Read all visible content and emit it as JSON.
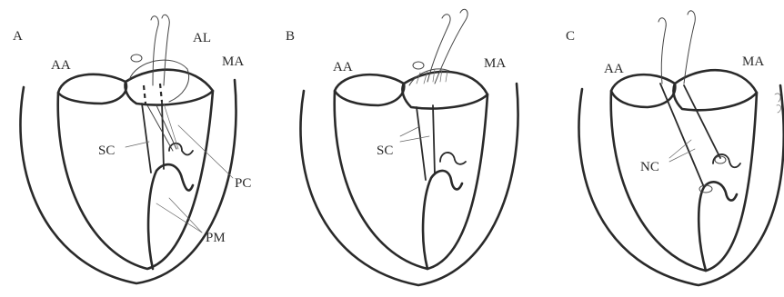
{
  "panels": [
    {
      "letter": "A",
      "labels": {
        "aa": "AA",
        "al": "AL",
        "ma": "MA",
        "sc": "SC",
        "pc": "PC",
        "pm": "PM"
      }
    },
    {
      "letter": "B",
      "labels": {
        "aa": "AA",
        "ma": "MA",
        "sc": "SC"
      }
    },
    {
      "letter": "C",
      "labels": {
        "aa": "AA",
        "ma": "MA",
        "nc": "NC"
      }
    }
  ]
}
